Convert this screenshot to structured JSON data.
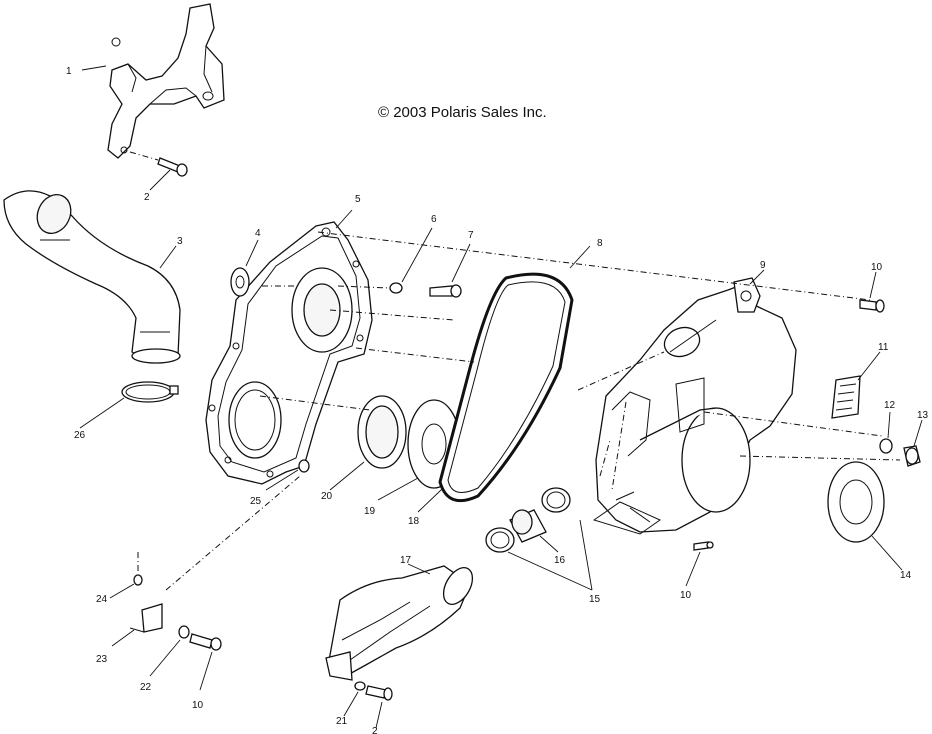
{
  "copyright": "© 2003 Polaris Sales Inc.",
  "callouts": {
    "c1": "1",
    "c2a": "2",
    "c3": "3",
    "c4": "4",
    "c5": "5",
    "c6": "6",
    "c7": "7",
    "c8": "8",
    "c9": "9",
    "c10a": "10",
    "c11": "11",
    "c12": "12",
    "c13": "13",
    "c14": "14",
    "c15": "15",
    "c16": "16",
    "c17": "17",
    "c18": "18",
    "c19": "19",
    "c20": "20",
    "c21": "21",
    "c2b": "2",
    "c22": "22",
    "c10b": "10",
    "c23": "23",
    "c24": "24",
    "c25": "25",
    "c26": "26",
    "c10c": "10"
  }
}
